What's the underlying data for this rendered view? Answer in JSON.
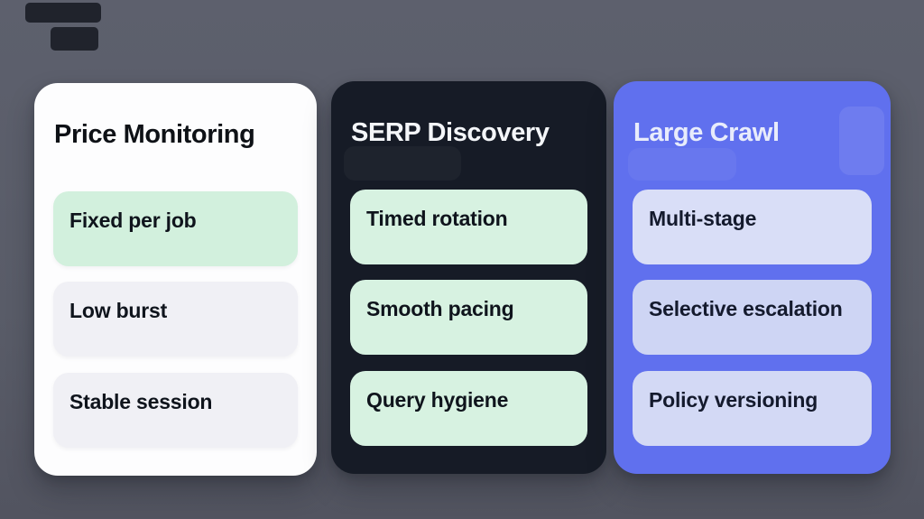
{
  "background": {
    "top_color": "#5d606d",
    "bottom_color": "#525460",
    "decor_mark_color": "#20232c"
  },
  "cards": [
    {
      "title": "Price Monitoring",
      "theme": {
        "bg": "#fdfdfe",
        "title_color": "#0e1116"
      },
      "chips": [
        {
          "label": "Fixed per job",
          "bg": "#d2f0dd",
          "text": "#0f141c"
        },
        {
          "label": "Low burst",
          "bg": "#f0f0f5",
          "text": "#0f141c"
        },
        {
          "label": "Stable session",
          "bg": "#f0f0f5",
          "text": "#0f141c"
        }
      ]
    },
    {
      "title": "SERP Discovery",
      "theme": {
        "bg": "#161b26",
        "title_color": "#f4f6f9"
      },
      "chips": [
        {
          "label": "Timed rotation",
          "bg": "#d7f2e1",
          "text": "#0f141c"
        },
        {
          "label": "Smooth pacing",
          "bg": "#d7f2e1",
          "text": "#0f141c"
        },
        {
          "label": "Query hygiene",
          "bg": "#d7f2e1",
          "text": "#0f141c"
        }
      ]
    },
    {
      "title": "Large Crawl",
      "theme": {
        "bg": "#6070ee",
        "title_color": "#e8ecfb"
      },
      "chips": [
        {
          "label": "Multi-stage",
          "bg": "#d9def7",
          "text": "#141a2d"
        },
        {
          "label": "Selective escalation",
          "bg": "#ced5f4",
          "text": "#141a2d"
        },
        {
          "label": "Policy versioning",
          "bg": "#d3d9f5",
          "text": "#141a2d"
        }
      ]
    }
  ]
}
